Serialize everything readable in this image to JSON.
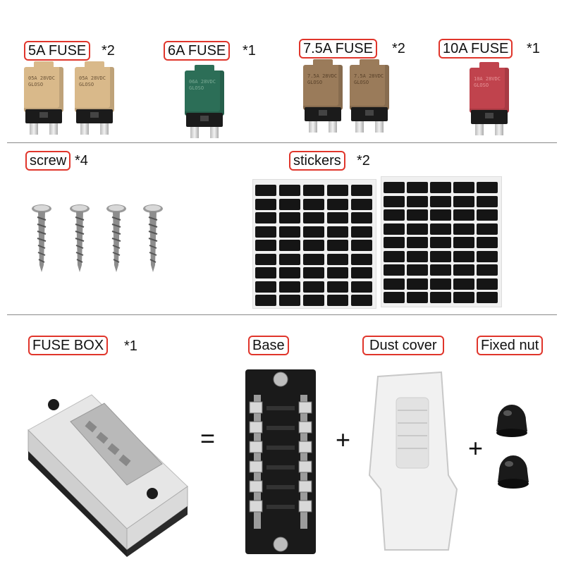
{
  "row1": {
    "fuse5": {
      "label": "5A FUSE",
      "qty": "*2",
      "color": "#d9b98a"
    },
    "fuse6": {
      "label": "6A FUSE",
      "qty": "*1",
      "color": "#2c6e57"
    },
    "fuse75": {
      "label": "7.5A FUSE",
      "qty": "*2",
      "color": "#9a7b5a"
    },
    "fuse10": {
      "label": "10A FUSE",
      "qty": "*1",
      "color": "#c0434d"
    }
  },
  "row2": {
    "screw": {
      "label": "screw",
      "qty": "*4"
    },
    "stickers": {
      "label": "stickers",
      "qty": "*2"
    }
  },
  "row3": {
    "fusebox": {
      "label": "FUSE BOX",
      "qty": "*1"
    },
    "base": {
      "label": "Base"
    },
    "dustcover": {
      "label": "Dust cover"
    },
    "fixednut": {
      "label": "Fixed nut"
    },
    "equals": "=",
    "plus1": "+",
    "plus2": "+"
  },
  "colors": {
    "label_border": "#e0352b",
    "divider": "#8a8a8a"
  }
}
